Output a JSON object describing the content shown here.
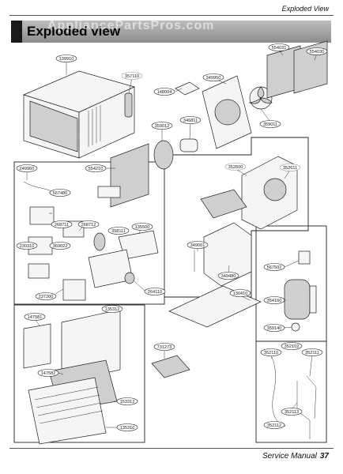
{
  "header": {
    "section_title": "Exploded View",
    "banner": "Exploded view",
    "watermark": "AppliancePartsPros.com"
  },
  "footer": {
    "label": "Service Manual",
    "page": "37"
  },
  "callouts": {
    "c139910": "139910",
    "c357110": "357110",
    "c148004": "148004",
    "c349950": "349950",
    "c554031": "554031",
    "c554030": "554030",
    "c359011": "359011",
    "c346811": "346811",
    "c359012": "359012",
    "c554210": "554210",
    "c249960": "249960",
    "c567480": "567480",
    "c268711": "268711",
    "c268712": "268712",
    "c358111": "358111",
    "c135500": "135500",
    "c230310": "230310",
    "c369022": "369022",
    "c237200": "237200",
    "c264110": "264110",
    "c135312": "135312",
    "c352600": "352600",
    "c352611": "352611",
    "c349001": "349001",
    "c349480": "349480",
    "c567502": "567502",
    "c354160": "354160",
    "c130410": "130410",
    "c359140": "359140",
    "c147581": "147581",
    "c147582": "147582",
    "c731273": "731273",
    "c352102": "352102",
    "c352110": "352110",
    "c352111": "352111",
    "c352113": "352113",
    "c352112": "352112",
    "c153312": "153312",
    "c135310": "135310"
  }
}
